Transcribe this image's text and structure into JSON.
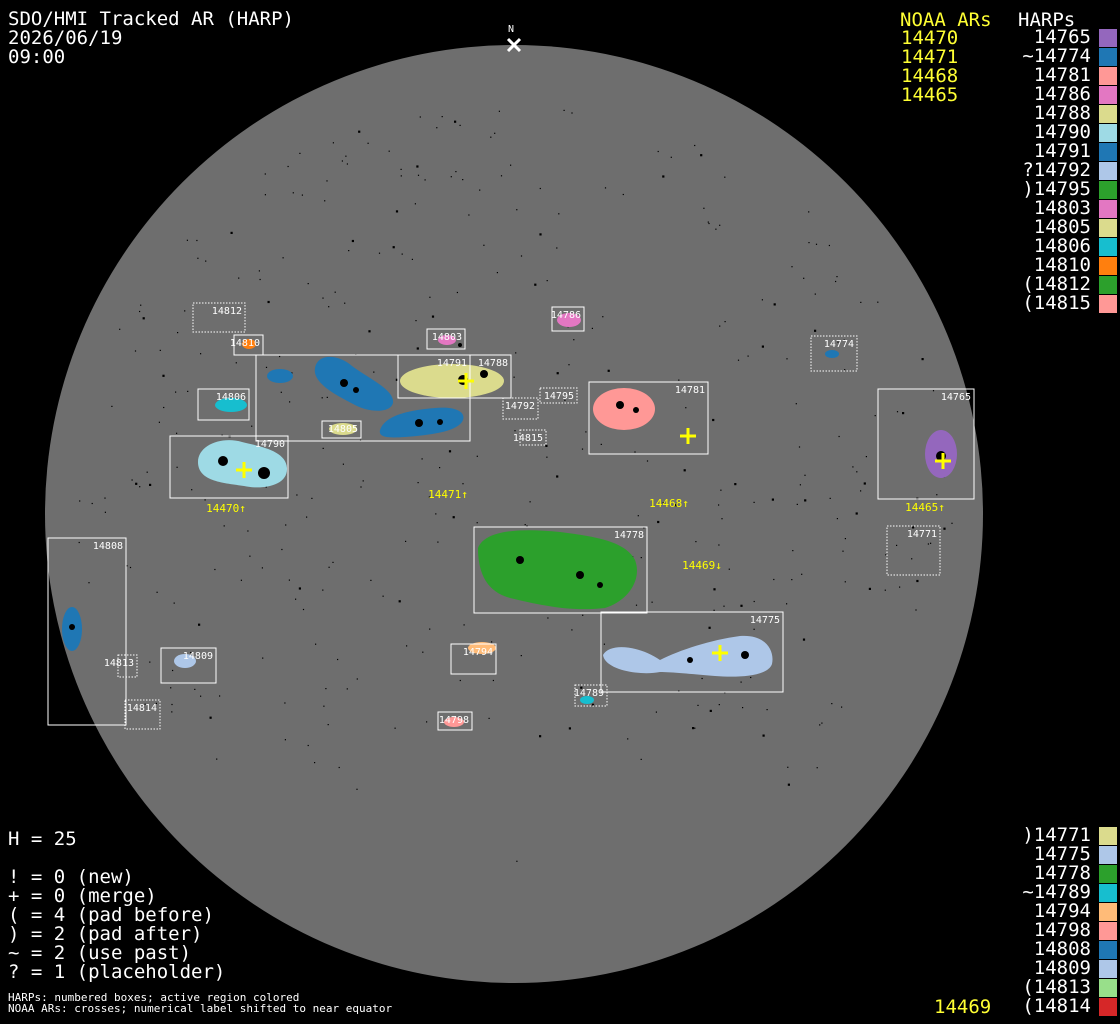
{
  "header": {
    "title": "SDO/HMI Tracked AR (HARP)",
    "date": "2026/06/19",
    "time": "09:00",
    "north_label": "N"
  },
  "noaa": {
    "heading": "NOAA ARs",
    "items": [
      "14470",
      "14471",
      "14468",
      "14465"
    ],
    "bottom_item": "14469"
  },
  "harps_legend": {
    "heading": "HARPs",
    "top": [
      {
        "label": "14765",
        "color": "#9467bd"
      },
      {
        "label": "~14774",
        "color": "#1f77b4"
      },
      {
        "label": "14781",
        "color": "#ff9896"
      },
      {
        "label": "14786",
        "color": "#e377c2"
      },
      {
        "label": "14788",
        "color": "#dbdb8d"
      },
      {
        "label": "14790",
        "color": "#9edae5"
      },
      {
        "label": "14791",
        "color": "#1f77b4"
      },
      {
        "label": "?14792",
        "color": "#aec7e8"
      },
      {
        "label": ")14795",
        "color": "#2ca02c"
      },
      {
        "label": "14803",
        "color": "#e377c2"
      },
      {
        "label": "14805",
        "color": "#dbdb8d"
      },
      {
        "label": "14806",
        "color": "#17becf"
      },
      {
        "label": "14810",
        "color": "#ff7f0e"
      },
      {
        "label": "(14812",
        "color": "#2ca02c"
      },
      {
        "label": "(14815",
        "color": "#ff9896"
      }
    ],
    "bottom": [
      {
        "label": ")14771",
        "color": "#dbdb8d"
      },
      {
        "label": "14775",
        "color": "#aec7e8"
      },
      {
        "label": "14778",
        "color": "#2ca02c"
      },
      {
        "label": "~14789",
        "color": "#17becf"
      },
      {
        "label": "14794",
        "color": "#ffbb78"
      },
      {
        "label": "14798",
        "color": "#ff9896"
      },
      {
        "label": "14808",
        "color": "#1f77b4"
      },
      {
        "label": "14809",
        "color": "#aec7e8"
      },
      {
        "label": "(14813",
        "color": "#98df8a"
      },
      {
        "label": "(14814",
        "color": "#d62728"
      }
    ]
  },
  "stats": {
    "h": "H = 25",
    "lines": [
      "! = 0 (new)",
      "+ = 0 (merge)",
      "( = 4 (pad before)",
      ") = 2 (pad after)",
      "~ = 2 (use past)",
      "? = 1 (placeholder)"
    ]
  },
  "footer": {
    "line1": "HARPs: numbered boxes; active region colored",
    "line2": "NOAA ARs: crosses; numerical label shifted to near equator"
  },
  "disk": {
    "fill": "#6e6e6e",
    "harp_boxes": [
      {
        "label": "14812",
        "dotted": true
      },
      {
        "label": "14810",
        "dotted": false
      },
      {
        "label": "14803",
        "dotted": false
      },
      {
        "label": "14786",
        "dotted": false
      },
      {
        "label": "14791",
        "dotted": false
      },
      {
        "label": "14788",
        "dotted": false
      },
      {
        "label": "14806",
        "dotted": false
      },
      {
        "label": "14795",
        "dotted": true
      },
      {
        "label": "14792",
        "dotted": true
      },
      {
        "label": "14805",
        "dotted": false
      },
      {
        "label": "14815",
        "dotted": true
      },
      {
        "label": "14781",
        "dotted": false
      },
      {
        "label": "14774",
        "dotted": true
      },
      {
        "label": "14765",
        "dotted": false
      },
      {
        "label": "14790",
        "dotted": false
      },
      {
        "label": "14771",
        "dotted": true
      },
      {
        "label": "14808",
        "dotted": false
      },
      {
        "label": "14778",
        "dotted": false
      },
      {
        "label": "14813",
        "dotted": true
      },
      {
        "label": "14809",
        "dotted": false
      },
      {
        "label": "14775",
        "dotted": false
      },
      {
        "label": "14794",
        "dotted": false
      },
      {
        "label": "14789",
        "dotted": true
      },
      {
        "label": "14814",
        "dotted": true
      },
      {
        "label": "14798",
        "dotted": false
      }
    ],
    "noaa_labels": [
      {
        "label": "14470↑"
      },
      {
        "label": "14471↑"
      },
      {
        "label": "14468↑"
      },
      {
        "label": "14465↑"
      },
      {
        "label": "14469↓"
      }
    ]
  }
}
